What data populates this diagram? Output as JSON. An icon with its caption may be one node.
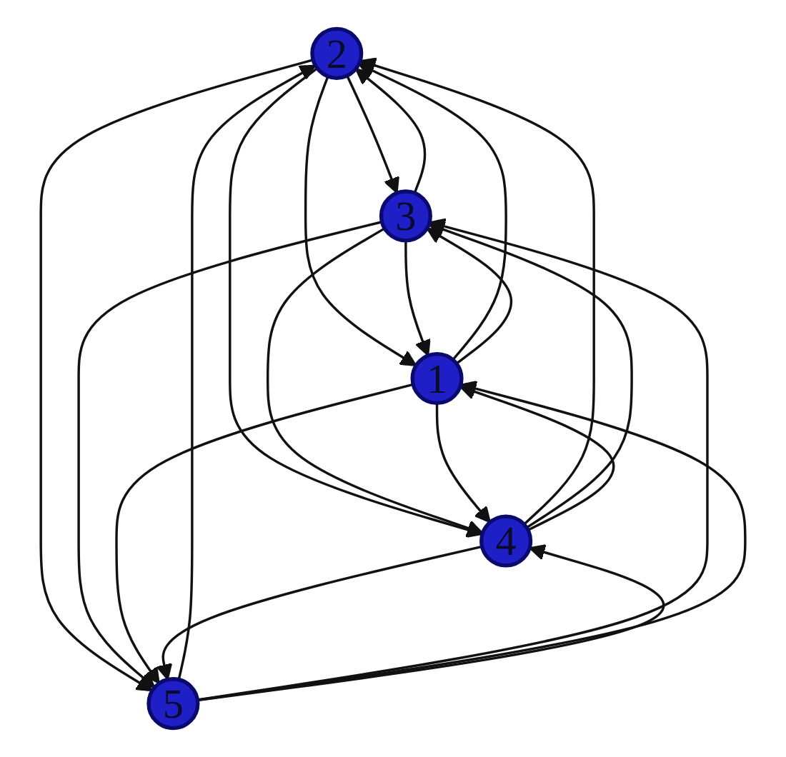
{
  "diagram": {
    "nodes": [
      {
        "text": [
          "2"
        ]
      },
      {
        "text": [
          "3"
        ]
      },
      {
        "text": [
          "1"
        ]
      },
      {
        "text": [
          "4"
        ]
      },
      {
        "text": [
          "5"
        ]
      }
    ],
    "edges": [
      {
        "from": 0,
        "to": 1,
        "arrow": "to"
      },
      {
        "from": 1,
        "to": 0,
        "arrow": "to"
      },
      {
        "from": 0,
        "to": 2,
        "arrow": "to"
      },
      {
        "from": 2,
        "to": 0,
        "arrow": "to"
      },
      {
        "from": 0,
        "to": 3,
        "arrow": "to"
      },
      {
        "from": 3,
        "to": 0,
        "arrow": "to"
      },
      {
        "from": 0,
        "to": 4,
        "arrow": "to"
      },
      {
        "from": 4,
        "to": 0,
        "arrow": "to"
      },
      {
        "from": 1,
        "to": 2,
        "arrow": "to"
      },
      {
        "from": 2,
        "to": 1,
        "arrow": "to"
      },
      {
        "from": 1,
        "to": 3,
        "arrow": "to"
      },
      {
        "from": 3,
        "to": 1,
        "arrow": "to"
      },
      {
        "from": 1,
        "to": 4,
        "arrow": "to"
      },
      {
        "from": 4,
        "to": 1,
        "arrow": "to"
      },
      {
        "from": 2,
        "to": 3,
        "arrow": "to"
      },
      {
        "from": 3,
        "to": 2,
        "arrow": "to"
      },
      {
        "from": 2,
        "to": 4,
        "arrow": "to"
      },
      {
        "from": 4,
        "to": 2,
        "arrow": "to"
      },
      {
        "from": 3,
        "to": 4,
        "arrow": "to"
      },
      {
        "from": 4,
        "to": 3,
        "arrow": "to"
      }
    ]
  }
}
